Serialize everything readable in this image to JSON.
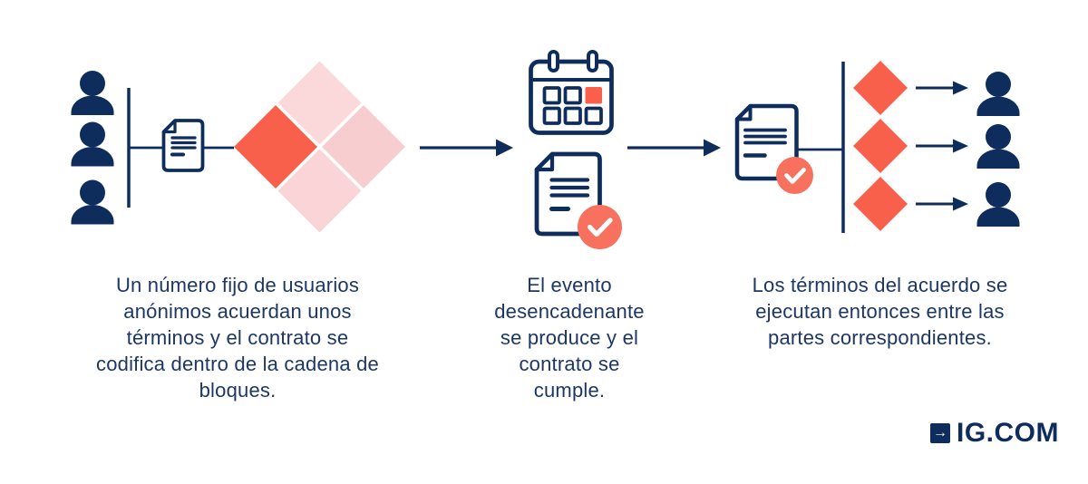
{
  "colors": {
    "navy": "#0e2d5c",
    "text_navy": "#1d3765",
    "coral": "#f9604c",
    "coral_badge": "#f8705e",
    "pink_top": "#fbd9db",
    "pink_right": "#f8cdd0",
    "pink_bottom": "#fad4d6",
    "background": "#ffffff"
  },
  "steps": [
    {
      "icons": [
        "users-icon",
        "contract-document-icon",
        "blockchain-diamond-cluster-icon"
      ],
      "caption": "Un número fijo de usuarios\nanónimos acuerdan unos\ntérminos y el contrato se\ncodifica dentro de la cadena de\nbloques."
    },
    {
      "icons": [
        "calendar-event-icon",
        "document-check-icon"
      ],
      "caption": "El evento\ndesencadenante\nse produce y el\ncontrato se\ncumple."
    },
    {
      "icons": [
        "document-check-icon",
        "distribution-diamonds-icon",
        "users-icon"
      ],
      "caption": "Los términos del acuerdo se\nejecutan entonces entre las\npartes correspondientes."
    }
  ],
  "logo": {
    "arrow": "→",
    "text": "IG.COM"
  }
}
